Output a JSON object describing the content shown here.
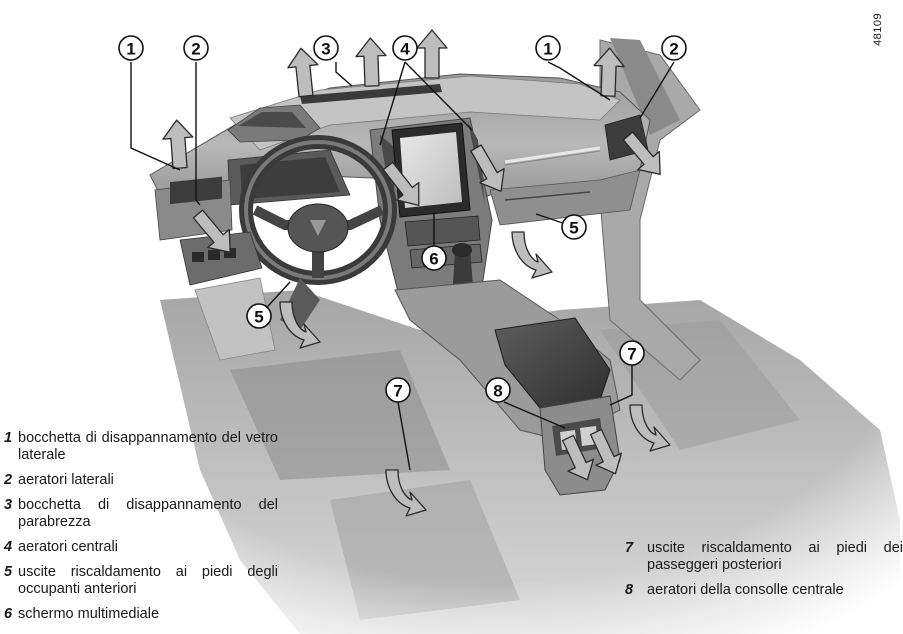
{
  "reference_code": "48109",
  "callouts": [
    {
      "id": "c1a",
      "label": "1"
    },
    {
      "id": "c2a",
      "label": "2"
    },
    {
      "id": "c3",
      "label": "3"
    },
    {
      "id": "c4",
      "label": "4"
    },
    {
      "id": "c1b",
      "label": "1"
    },
    {
      "id": "c2b",
      "label": "2"
    },
    {
      "id": "c5b",
      "label": "5"
    },
    {
      "id": "c6",
      "label": "6"
    },
    {
      "id": "c5a",
      "label": "5"
    },
    {
      "id": "c7b",
      "label": "7"
    },
    {
      "id": "c7a",
      "label": "7"
    },
    {
      "id": "c8",
      "label": "8"
    }
  ],
  "legend_left": [
    {
      "num": "1",
      "text": "bocchetta di disappannamento del vetro laterale"
    },
    {
      "num": "2",
      "text": "aeratori laterali"
    },
    {
      "num": "3",
      "text": "bocchetta di disappannamento del parabrezza"
    },
    {
      "num": "4",
      "text": "aeratori centrali"
    },
    {
      "num": "5",
      "text": "uscite riscaldamento ai piedi degli occupanti anteriori"
    },
    {
      "num": "6",
      "text": "schermo multimediale"
    }
  ],
  "legend_right": [
    {
      "num": "7",
      "text": "uscite riscaldamento ai piedi dei passeggeri posteriori"
    },
    {
      "num": "8",
      "text": "aeratori della consolle centrale"
    }
  ]
}
